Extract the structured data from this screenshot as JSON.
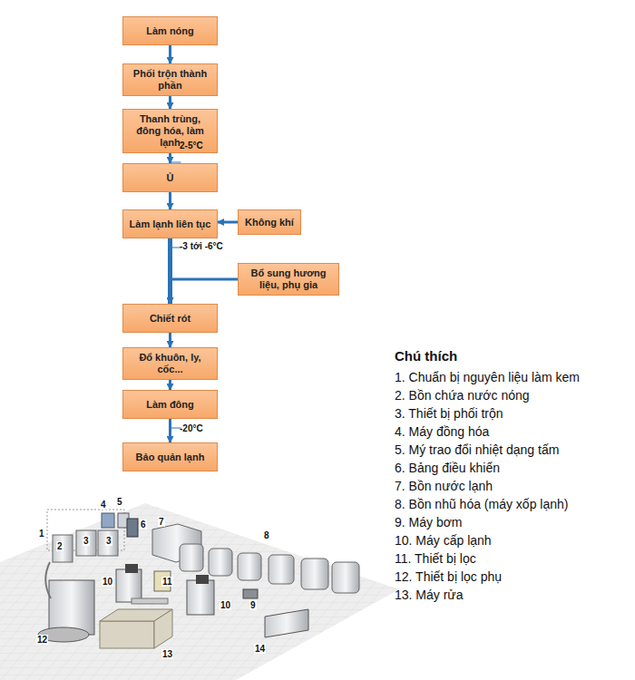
{
  "diagram": {
    "nodes": [
      {
        "text": [
          "Làm nóng"
        ]
      },
      {
        "text": [
          "Phối trộn thành phần"
        ]
      },
      {
        "text": [
          "Thanh trùng, đông hóa, làm lạnh"
        ]
      },
      {
        "text": [
          "Ủ"
        ]
      },
      {
        "text": [
          "Làm lạnh liên tục"
        ]
      },
      {
        "text": [
          "Không khí"
        ]
      },
      {
        "text": [
          "Bổ sung hương liệu, phụ gia"
        ]
      },
      {
        "text": [
          "Chiết rót"
        ]
      },
      {
        "text": [
          "Đổ khuôn, ly, cốc..."
        ]
      },
      {
        "text": [
          "Làm đông"
        ]
      },
      {
        "text": [
          "Bảo quản lạnh"
        ]
      }
    ],
    "edges": [
      {
        "from": 0,
        "to": 1,
        "arrow": "to"
      },
      {
        "from": 1,
        "to": 2,
        "arrow": "to"
      },
      {
        "from": 2,
        "to": 3,
        "arrow": "to"
      },
      {
        "from": 3,
        "to": 4,
        "arrow": "to"
      },
      {
        "from": 5,
        "to": 4,
        "arrow": "to"
      },
      {
        "from": 4,
        "to": 7,
        "arrow": "to"
      },
      {
        "from": 6,
        "to": 7,
        "arrow": "to"
      },
      {
        "from": 7,
        "to": 8,
        "arrow": "to"
      },
      {
        "from": 8,
        "to": 9,
        "arrow": "to"
      },
      {
        "from": 9,
        "to": 10,
        "arrow": "to"
      }
    ],
    "labels": [
      "2-5°C",
      "-3 tới -6°C",
      "-20°C",
      "Chú thích",
      "1. Chuẩn bị nguyên liệu làm kem",
      "2. Bồn chứa nước nóng",
      "3. Thiết bị phối trộn",
      "4. Máy đồng hóa",
      "5. Mý trao đổi nhiệt dạng tấm",
      "6. Bảng điều khiển",
      "7. Bồn nước lạnh",
      "8. Bồn nhũ hóa (máy xốp lạnh)",
      "9. Máy bơm",
      "10. Máy cấp lạnh",
      "11. Thiết bị lọc",
      "12. Thiết bị lọc phụ",
      "13. Máy rửa",
      "1",
      "2",
      "3",
      "3",
      "4",
      "5",
      "6",
      "7",
      "8",
      "9",
      "10",
      "10",
      "11",
      "12",
      "13",
      "14"
    ]
  }
}
